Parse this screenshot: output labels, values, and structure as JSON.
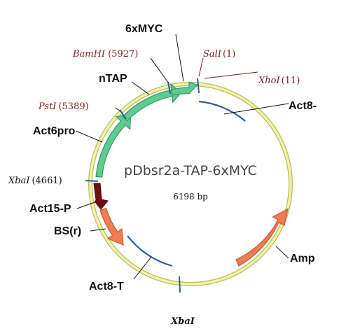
{
  "plasmid": {
    "name": "pDbsr2a-TAP-6xMYC",
    "size_label": "6198 bp"
  },
  "features": {
    "six_myc": "6xMYC",
    "ntap": "nTAP",
    "act6pro": "Act6pro",
    "act15p": "Act15-P",
    "bsr": "BS(r)",
    "act8t": "Act8-T",
    "amp": "Amp",
    "act8": "Act8-"
  },
  "sites": {
    "bamhi": {
      "enzyme": "BamHI",
      "pos": "(5927)"
    },
    "sali": {
      "enzyme": "SalI",
      "pos": "(1)"
    },
    "xhoi": {
      "enzyme": "XhoI",
      "pos": "(11)"
    },
    "psti": {
      "enzyme": "PstI",
      "pos": "(5389)"
    },
    "xbai_a": {
      "enzyme": "XbaI",
      "pos": "(4661)"
    },
    "xbai_b": {
      "enzyme": "XbaI"
    }
  },
  "colors": {
    "backbone": "#eeee99",
    "backbone_edge": "#bbbb66",
    "green": "#5ecb90",
    "green_edge": "#2f9a62",
    "maroon": "#6e0f0f",
    "orange": "#ef7c52",
    "orange_edge": "#c85a32",
    "promoter_line": "#2f5a9e"
  }
}
